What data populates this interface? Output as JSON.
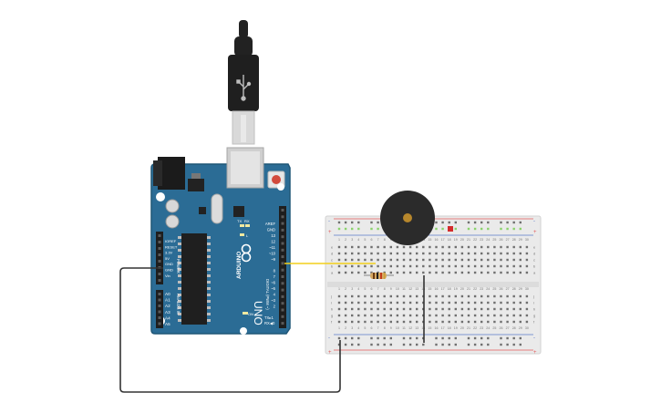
{
  "board": {
    "brand_vertical": "ARDUINO",
    "model": "UNO",
    "digital_label": "DIGITAL (PWM ~)",
    "analog_label": "ANALOG IN",
    "power_label": "POWER",
    "on_label": "ON",
    "l_label": "L",
    "tx_label": "TX",
    "rx_label": "RX",
    "tx_pin": "TX▸1",
    "rx_pin": "RX◀0",
    "digital_pins": [
      "AREF",
      "GND",
      "13",
      "12",
      "~11",
      "~10",
      "~9",
      "8",
      "7",
      "~6",
      "~5",
      "4",
      "~3",
      "2"
    ],
    "power_pins": [
      "IOREF",
      "RESET",
      "3.3V",
      "5V",
      "GND",
      "GND",
      "Vin"
    ],
    "analog_pins": [
      "A0",
      "A1",
      "A2",
      "A3",
      "A4",
      "A5"
    ]
  },
  "breadboard": {
    "column_numbers": [
      "1",
      "2",
      "3",
      "4",
      "5",
      "6",
      "7",
      "8",
      "9",
      "10",
      "11",
      "12",
      "13",
      "14",
      "15",
      "16",
      "17",
      "18",
      "19",
      "20",
      "21",
      "22",
      "23",
      "24",
      "25",
      "26",
      "27",
      "28",
      "29",
      "30"
    ],
    "row_letters_top": [
      "a",
      "b",
      "c",
      "d",
      "e"
    ],
    "row_letters_bottom": [
      "f",
      "g",
      "h",
      "i",
      "j"
    ],
    "rail_plus": "+",
    "rail_minus": "-"
  },
  "components": [
    "usb-cable",
    "arduino-uno",
    "breadboard",
    "piezo-buzzer",
    "resistor"
  ],
  "colors": {
    "board_blue": "#2b6c95",
    "board_edge": "#1f5677",
    "header_black": "#1e1e1e",
    "usb_black": "#222222",
    "usb_metal": "#d6d6d6",
    "breadboard_body": "#eaeaea",
    "rail_red": "#e35b5b",
    "rail_blue": "#5a79c9",
    "wire_yellow": "#f2cf1b",
    "wire_black": "#333333",
    "buzzer_body": "#2b2b2b",
    "buzzer_center": "#b7872c",
    "led_green": "#8ad36b",
    "led_red": "#d32c2c"
  }
}
